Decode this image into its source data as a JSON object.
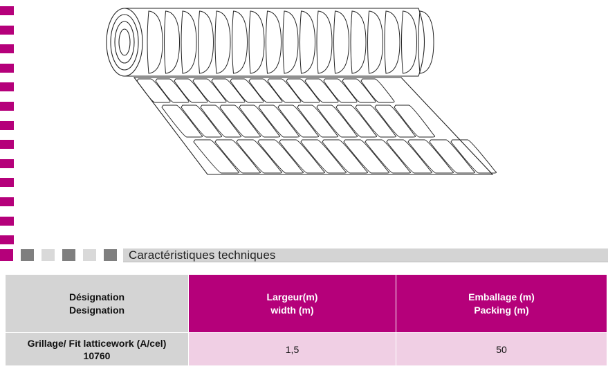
{
  "section": {
    "title": "Caractéristiques techniques"
  },
  "table": {
    "headers": [
      {
        "line1": "Désignation",
        "line2": "Designation"
      },
      {
        "line1": "Largeur(m)",
        "line2": "width (m)"
      },
      {
        "line1": "Emballage (m)",
        "line2": "Packing (m)"
      }
    ],
    "rows": [
      {
        "designation_line1": "Grillage/ Fit latticework (A/cel)",
        "designation_line2": "10760",
        "width": "1,5",
        "packing": "50"
      }
    ]
  },
  "colors": {
    "accent": "#b5007a",
    "accent_light": "#f0cfe4",
    "neutral": "#d4d4d4",
    "dark_square": "#7f7f7f",
    "light_square": "#d9d9d9"
  },
  "icons": {
    "illustration": "rolled-lattice-mesh-illustration"
  }
}
